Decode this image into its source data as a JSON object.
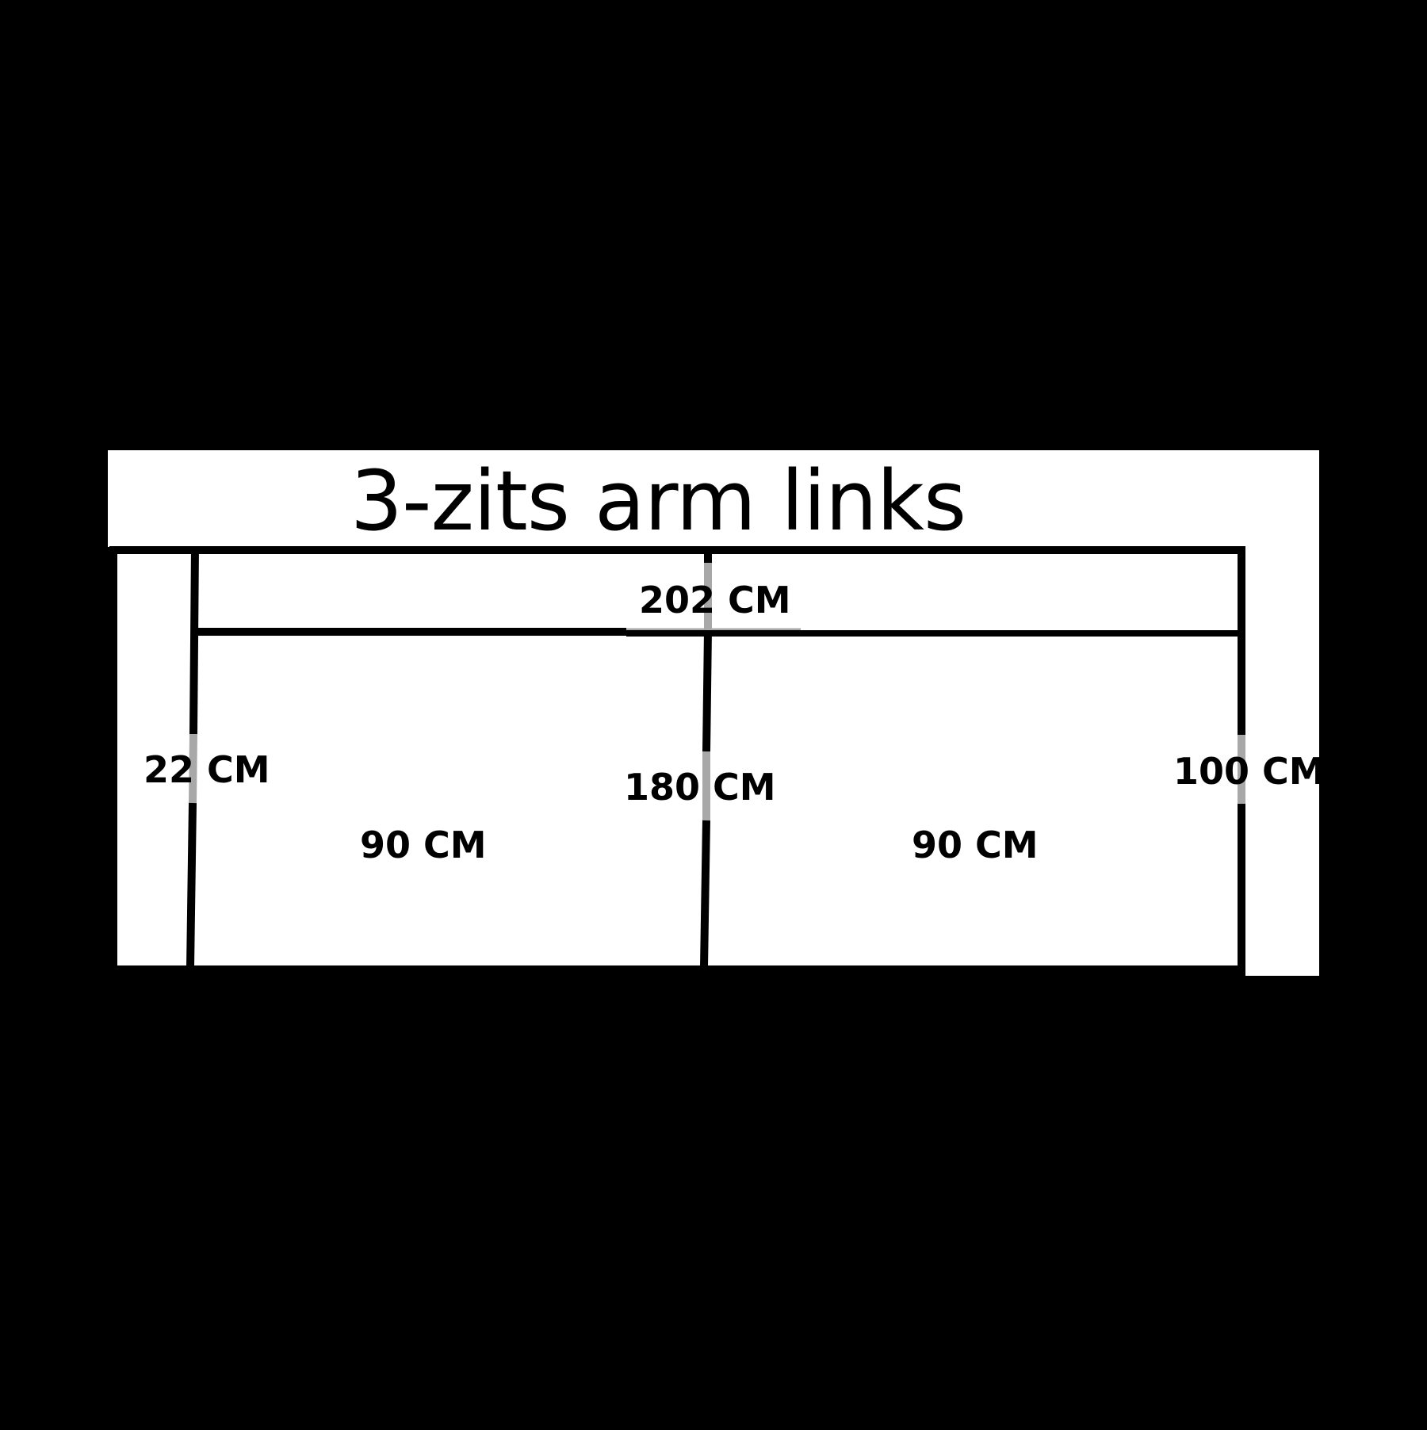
{
  "diagram": {
    "title": "3-zits arm links",
    "background_color": "#000000",
    "panel_color": "#ffffff",
    "line_color": "#000000",
    "highlight_line_color": "#a8a8a8",
    "dimensions": {
      "total_width": "202 CM",
      "arm_width": "22 CM",
      "seat_span": "180 CM",
      "depth": "100 CM",
      "seat_left": "90 CM",
      "seat_right": "90 CM"
    }
  }
}
